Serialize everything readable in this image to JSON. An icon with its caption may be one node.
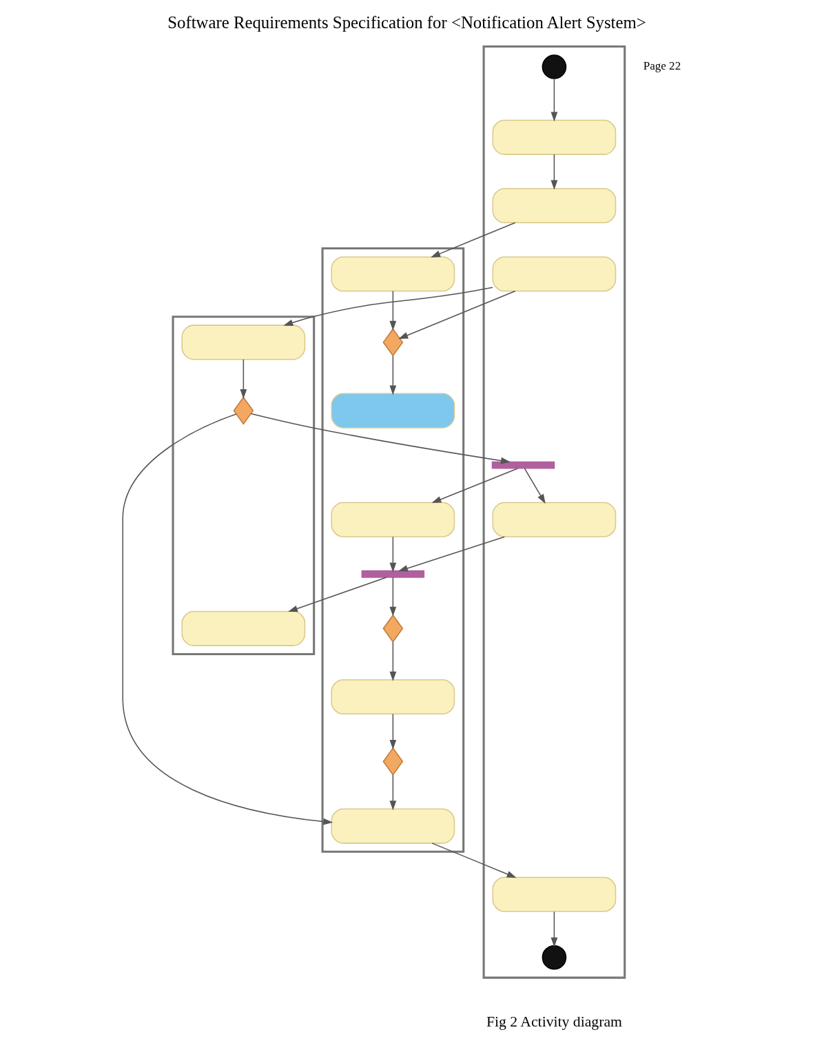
{
  "diagram": {
    "title": "Software Requirements Specification for <Notification Alert System>",
    "caption": "Fig 2 Activity diagram",
    "nodes": [
      {
        "text": [],
        "shape": "box"
      },
      {
        "text": [],
        "shape": "box"
      },
      {
        "text": [],
        "shape": "box"
      },
      {
        "text": [],
        "shape": "circle",
        "in": 0
      },
      {
        "text": [],
        "shape": "box",
        "in": 0
      },
      {
        "text": [],
        "shape": "box",
        "in": 0
      },
      {
        "text": [],
        "shape": "box",
        "in": 0
      },
      {
        "text": [],
        "shape": "bar",
        "in": 0
      },
      {
        "text": [],
        "shape": "box",
        "in": 0
      },
      {
        "text": [],
        "shape": "box",
        "in": 0
      },
      {
        "text": [],
        "shape": "circle",
        "in": 0
      },
      {
        "text": [],
        "shape": "box",
        "in": 1
      },
      {
        "text": [],
        "shape": "diamond",
        "in": 1
      },
      {
        "text": [],
        "shape": "box",
        "in": 1
      },
      {
        "text": [],
        "shape": "box",
        "in": 1
      },
      {
        "text": [],
        "shape": "bar",
        "in": 1
      },
      {
        "text": [],
        "shape": "diamond",
        "in": 1
      },
      {
        "text": [],
        "shape": "box",
        "in": 1
      },
      {
        "text": [],
        "shape": "diamond",
        "in": 1
      },
      {
        "text": [],
        "shape": "box",
        "in": 1
      },
      {
        "text": [],
        "shape": "box",
        "in": 2
      },
      {
        "text": [],
        "shape": "diamond",
        "in": 2
      },
      {
        "text": [],
        "shape": "box",
        "in": 2
      }
    ],
    "edges": [
      {
        "from": 3,
        "to": 4,
        "arrow": "to"
      },
      {
        "from": 4,
        "to": 5,
        "arrow": "to"
      },
      {
        "from": 5,
        "to": 11,
        "arrow": "to"
      },
      {
        "from": 11,
        "to": 12,
        "arrow": "to"
      },
      {
        "from": 12,
        "to": 13,
        "arrow": "to"
      },
      {
        "from": 6,
        "to": 12,
        "arrow": "to"
      },
      {
        "from": 6,
        "to": 20,
        "arrow": "to"
      },
      {
        "from": 20,
        "to": 21,
        "arrow": "to"
      },
      {
        "from": 21,
        "to": 7,
        "arrow": "to"
      },
      {
        "from": 21,
        "to": 19,
        "arrow": "to"
      },
      {
        "from": 7,
        "to": 8,
        "arrow": "to"
      },
      {
        "from": 7,
        "to": 14,
        "arrow": "to"
      },
      {
        "from": 14,
        "to": 15,
        "arrow": "to"
      },
      {
        "from": 8,
        "to": 15,
        "arrow": "to"
      },
      {
        "from": 15,
        "to": 22,
        "arrow": "to"
      },
      {
        "from": 15,
        "to": 16,
        "arrow": "to"
      },
      {
        "from": 16,
        "to": 17,
        "arrow": "to"
      },
      {
        "from": 17,
        "to": 18,
        "arrow": "to"
      },
      {
        "from": 18,
        "to": 19,
        "arrow": "to"
      },
      {
        "from": 19,
        "to": 9,
        "arrow": "to"
      },
      {
        "from": 9,
        "to": 10,
        "arrow": "to"
      }
    ],
    "labels": [
      "Page 22"
    ]
  }
}
